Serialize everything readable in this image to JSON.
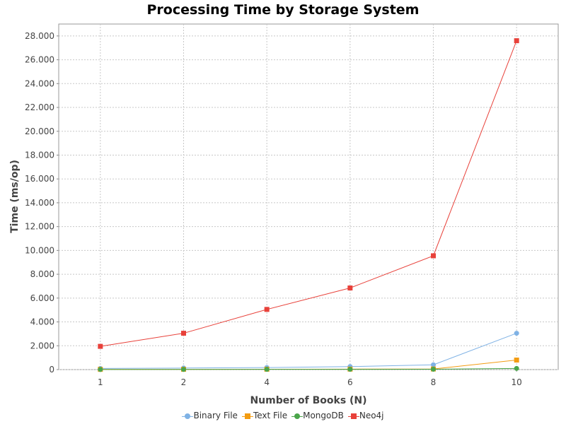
{
  "chart_data": {
    "type": "line",
    "title": "Processing Time by Storage System",
    "xlabel": "Number of Books (N)",
    "ylabel": "Time (ms/op)",
    "x": [
      1,
      2,
      4,
      6,
      8,
      10
    ],
    "ylim": [
      0,
      29000
    ],
    "yticks": [
      0,
      2000,
      4000,
      6000,
      8000,
      10000,
      12000,
      14000,
      16000,
      18000,
      20000,
      22000,
      24000,
      26000,
      28000
    ],
    "ytick_labels": [
      "0",
      "2.000",
      "4.000",
      "6.000",
      "8.000",
      "10.000",
      "12.000",
      "14.000",
      "16.000",
      "18.000",
      "20.000",
      "22.000",
      "24.000",
      "26.000",
      "28.000"
    ],
    "grid": true,
    "legend_position": "bottom",
    "series": [
      {
        "name": "Binary File",
        "color": "#7fb2e5",
        "marker": "circle",
        "values": [
          100,
          130,
          170,
          250,
          400,
          3050
        ]
      },
      {
        "name": "Text File",
        "color": "#f39c12",
        "marker": "square",
        "values": [
          20,
          25,
          30,
          40,
          50,
          800
        ]
      },
      {
        "name": "MongoDB",
        "color": "#4aa54a",
        "marker": "circle",
        "values": [
          10,
          15,
          20,
          25,
          30,
          100
        ]
      },
      {
        "name": "Neo4j",
        "color": "#e8413a",
        "marker": "square",
        "values": [
          1950,
          3050,
          5050,
          6850,
          9550,
          27600
        ]
      }
    ]
  }
}
